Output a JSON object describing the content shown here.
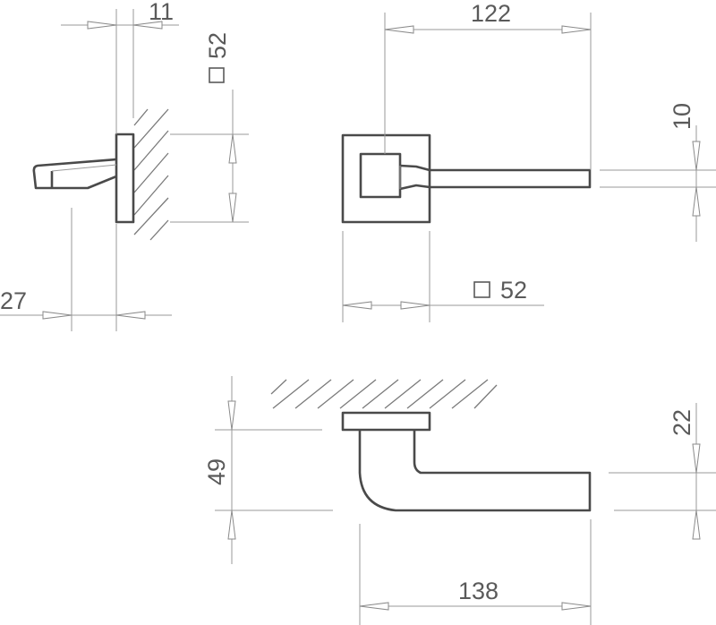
{
  "dimensions": {
    "side_thickness": "11",
    "side_rose": "52",
    "side_projection": "27",
    "front_length": "122",
    "front_rose": "52",
    "front_lever_width": "10",
    "top_height": "49",
    "top_lever_thickness": "22",
    "top_length": "138"
  },
  "symbols": {
    "square": "square-symbol-icon"
  },
  "colors": {
    "part_stroke": "#4a4a4a",
    "dimension_line": "#9a9a9a",
    "text": "#5a5a5a"
  }
}
